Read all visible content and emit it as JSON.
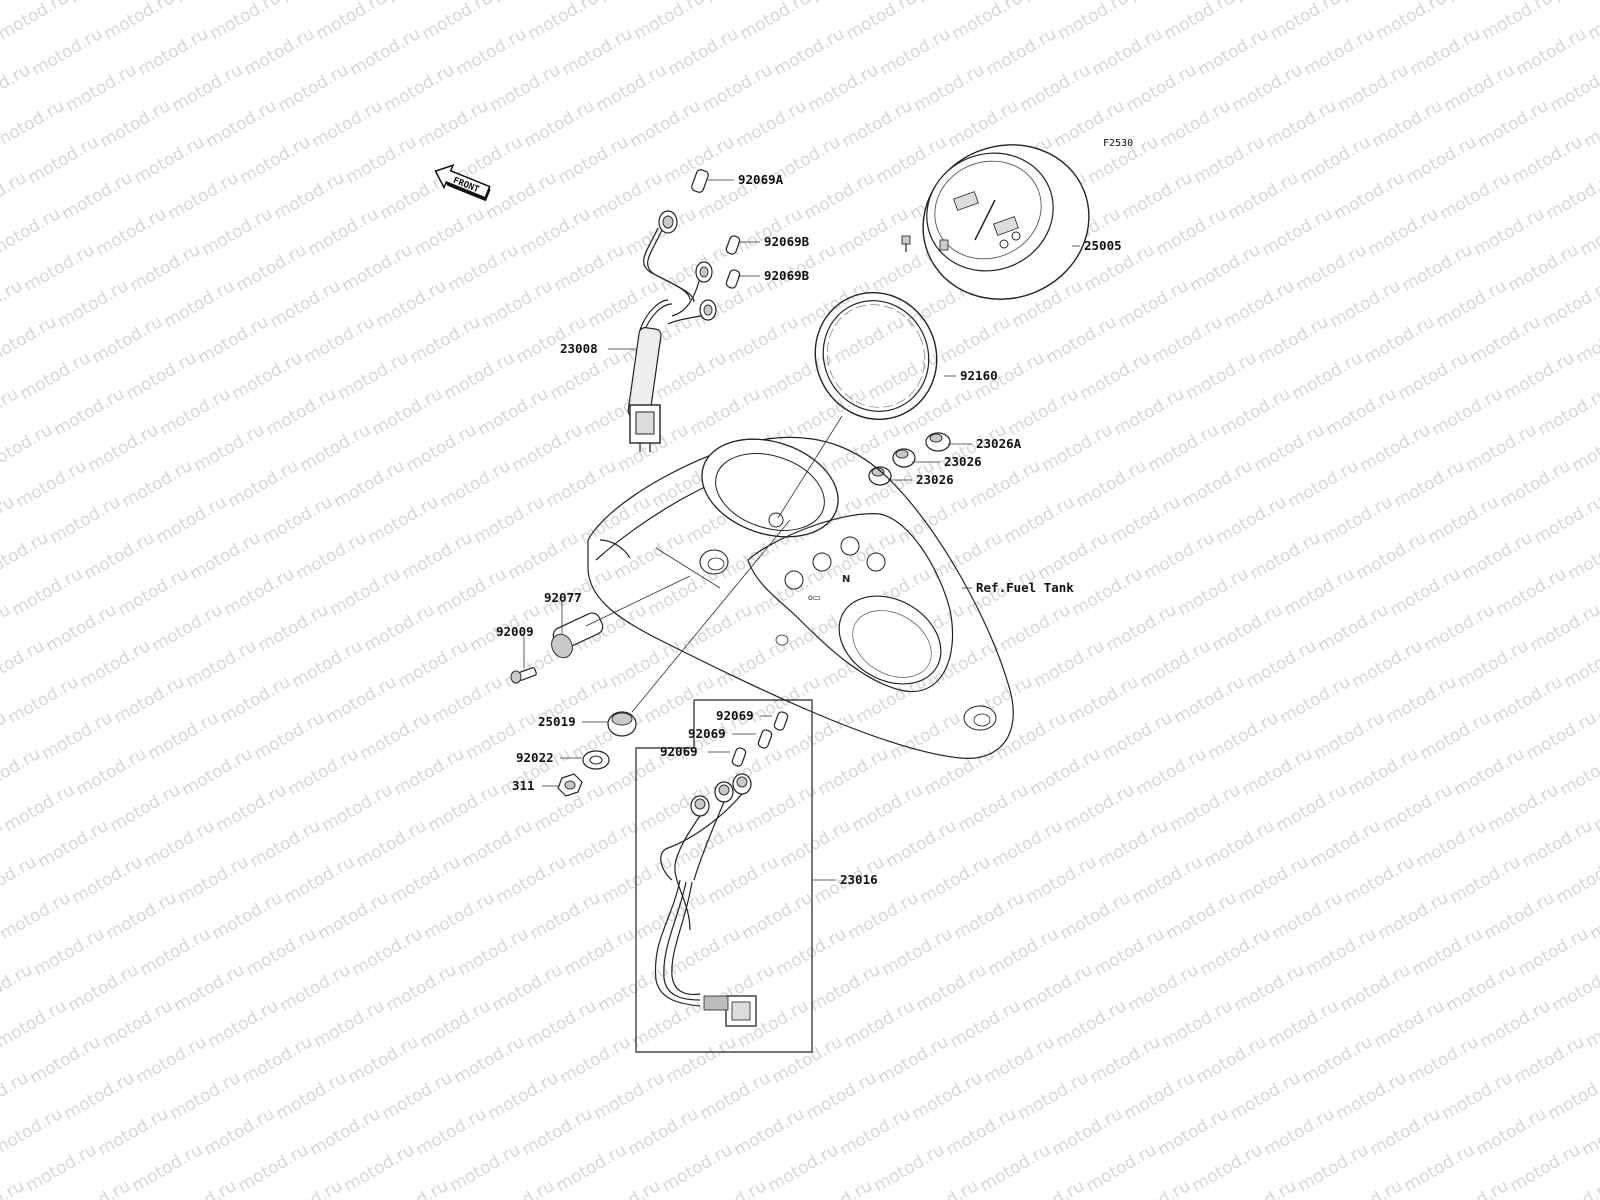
{
  "diagram_code": "F2530",
  "direction_arrow": {
    "label": "FRONT",
    "icon": "front-arrow-icon"
  },
  "watermark_text": "motod.ru",
  "parts": [
    {
      "id": "p-92069A-top",
      "label": "92069A"
    },
    {
      "id": "p-92069B-1",
      "label": "92069B"
    },
    {
      "id": "p-92069B-2",
      "label": "92069B"
    },
    {
      "id": "p-23008",
      "label": "23008"
    },
    {
      "id": "p-25005",
      "label": "25005"
    },
    {
      "id": "p-92160",
      "label": "92160"
    },
    {
      "id": "p-23026A",
      "label": "23026A"
    },
    {
      "id": "p-23026-1",
      "label": "23026"
    },
    {
      "id": "p-23026-2",
      "label": "23026"
    },
    {
      "id": "p-92077",
      "label": "92077"
    },
    {
      "id": "p-92009",
      "label": "92009"
    },
    {
      "id": "p-25019",
      "label": "25019"
    },
    {
      "id": "p-92022",
      "label": "92022"
    },
    {
      "id": "p-311",
      "label": "311"
    },
    {
      "id": "p-92069-1",
      "label": "92069"
    },
    {
      "id": "p-92069-2",
      "label": "92069"
    },
    {
      "id": "p-92069-3",
      "label": "92069"
    },
    {
      "id": "p-23016",
      "label": "23016"
    }
  ],
  "reference": {
    "label": "Ref.Fuel Tank"
  },
  "indicator_glyphs": {
    "neutral": "N"
  }
}
